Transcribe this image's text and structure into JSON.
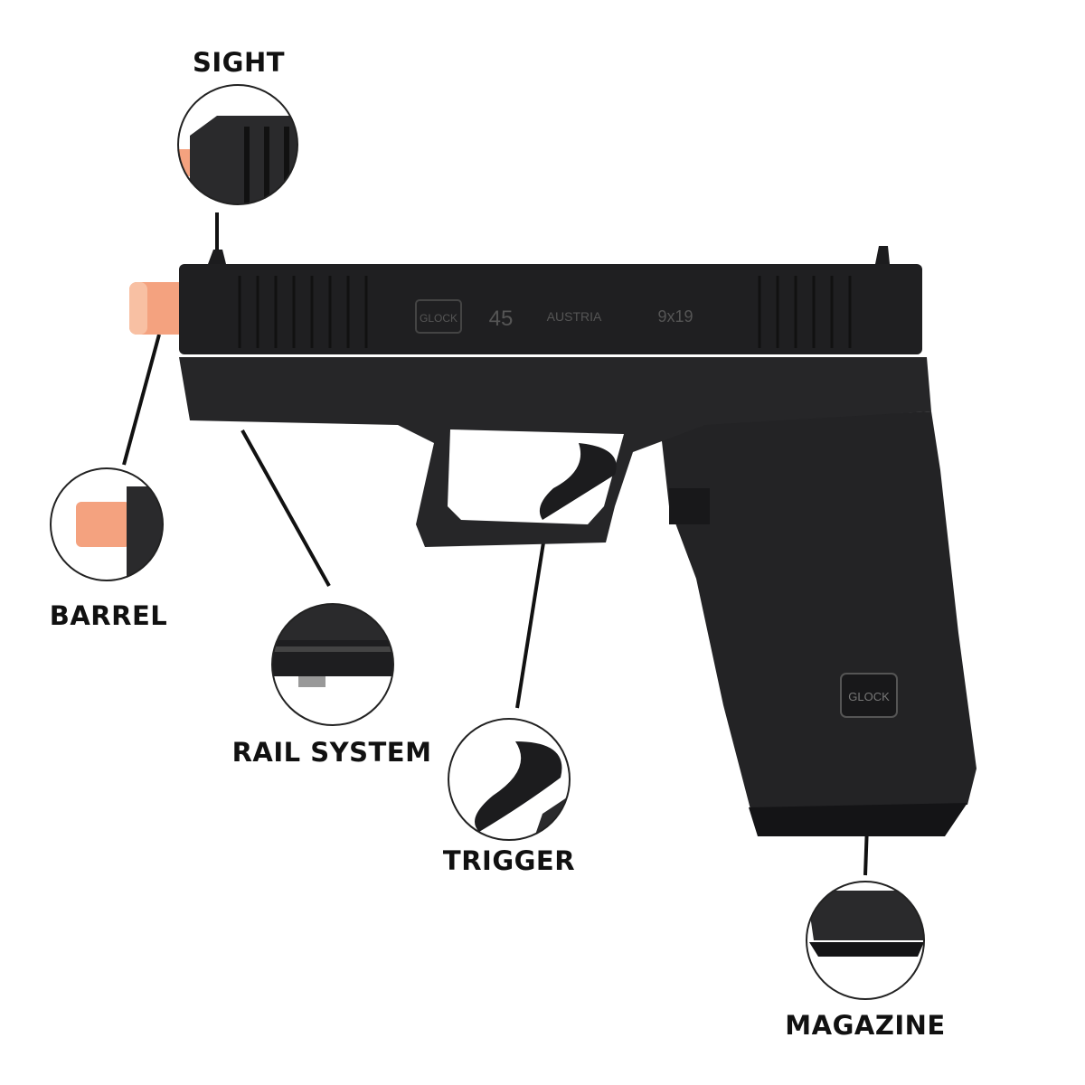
{
  "labels": {
    "sight": "SIGHT",
    "barrel": "BARREL",
    "rail": "RAIL SYSTEM",
    "trigger": "TRIGGER",
    "magazine": "MAGAZINE"
  },
  "engraving": {
    "logo": "GLOCK",
    "model": "45",
    "country": "AUSTRIA",
    "caliber": "9x19"
  },
  "colors": {
    "body": "#1c1c1e",
    "tip": "#f4a27f",
    "line": "#111111",
    "circle_border": "#222222"
  }
}
